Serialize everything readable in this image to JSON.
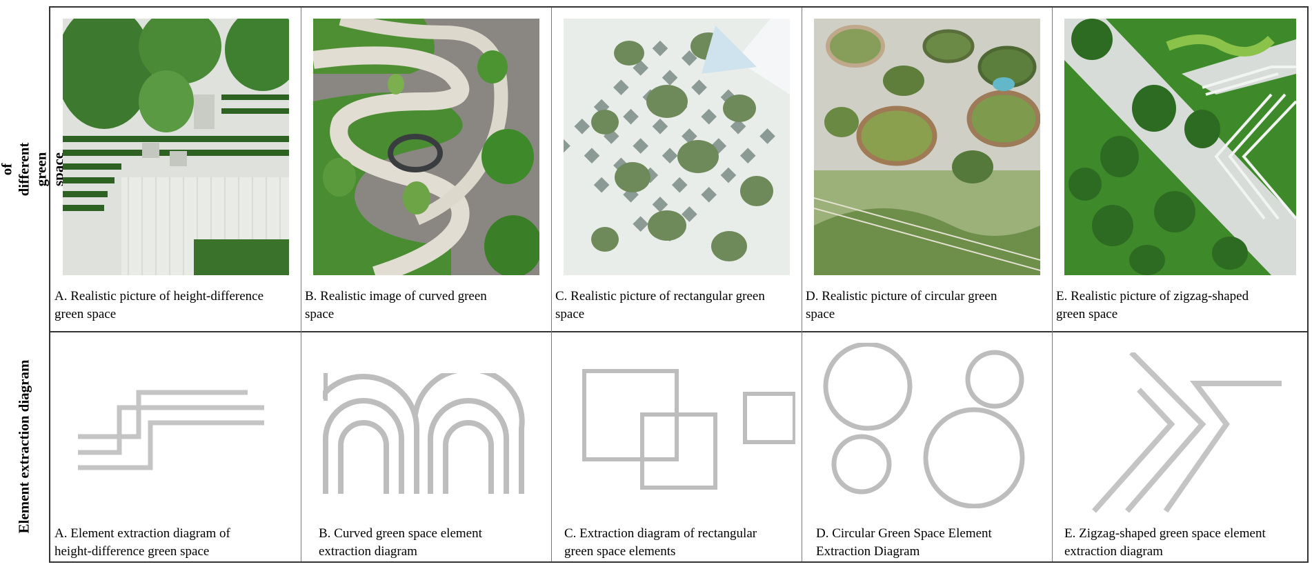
{
  "row_labels": {
    "row1": "Realistic images of different green space\nshapes",
    "row2": "Element extraction diagram"
  },
  "photo_captions": [
    "A. Realistic picture of height-difference\ngreen space",
    "B. Realistic image of curved green\nspace",
    "C. Realistic picture of rectangular green\nspace",
    "D. Realistic picture of circular green\nspace",
    "E. Realistic picture of zigzag-shaped\ngreen space"
  ],
  "diagram_captions": [
    "A. Element extraction diagram of\nheight-difference green space",
    "B. Curved green space element\nextraction diagram",
    "C. Extraction diagram of rectangular\ngreen space elements",
    "D. Circular Green Space Element\nExtraction Diagram",
    "E. Zigzag-shaped green space element\nextraction diagram"
  ],
  "colors": {
    "border": "#333333",
    "diagram_stroke": "#bdbdbd",
    "grass": "#3f8a2e",
    "foliage": "#2f6b22",
    "paving": "#dcdcd6"
  }
}
